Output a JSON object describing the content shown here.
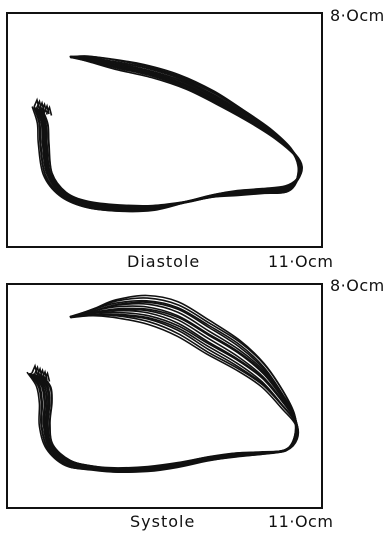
{
  "panels": [
    {
      "phase_label": "Diastole",
      "height_scale": "8·Ocm",
      "width_scale": "11·Ocm",
      "trace_count": 14
    },
    {
      "phase_label": "Systole",
      "height_scale": "8·Ocm",
      "width_scale": "11·Ocm",
      "trace_count": 14
    }
  ],
  "colors": {
    "ink": "#111111",
    "paper": "#ffffff"
  }
}
